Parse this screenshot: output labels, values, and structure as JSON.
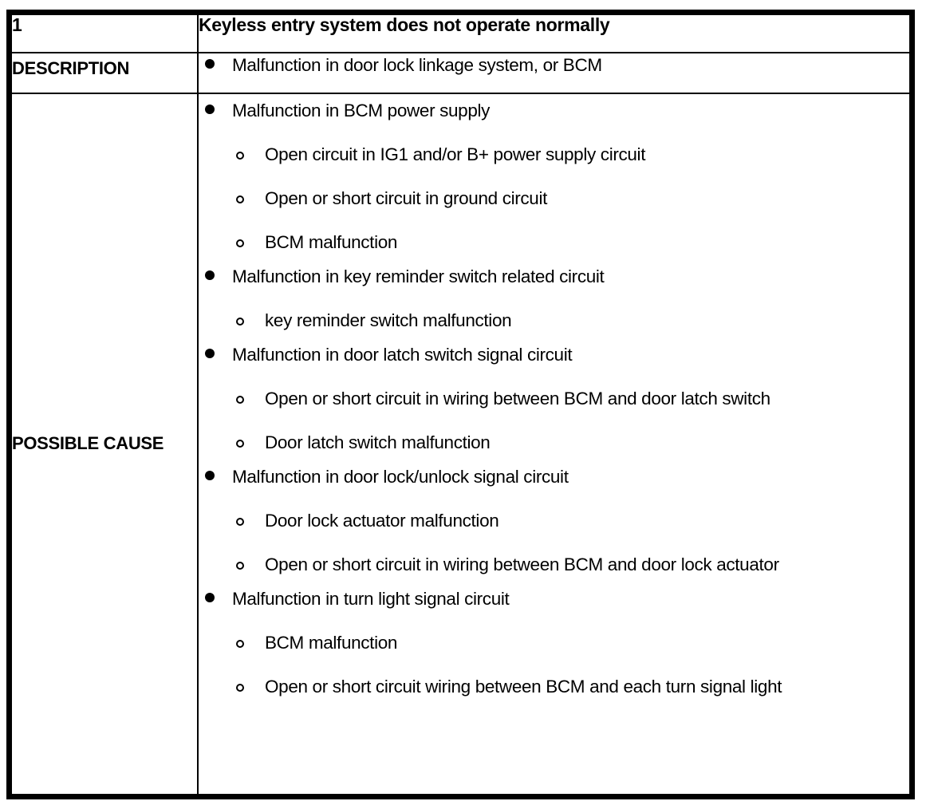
{
  "table": {
    "header": {
      "index": "1",
      "title": "Keyless entry system does not operate normally"
    },
    "rows": [
      {
        "label": "DESCRIPTION",
        "items": [
          {
            "level": 1,
            "text": "Malfunction in door lock linkage system, or BCM"
          }
        ]
      },
      {
        "label": "POSSIBLE CAUSE",
        "items": [
          {
            "level": 1,
            "text": "Malfunction in BCM power supply"
          },
          {
            "level": 2,
            "text": "Open circuit in IG1 and/or B+ power supply circuit"
          },
          {
            "level": 2,
            "text": "Open or short circuit in ground circuit"
          },
          {
            "level": 2,
            "text": "BCM malfunction"
          },
          {
            "level": 1,
            "text": "Malfunction in key reminder switch related circuit"
          },
          {
            "level": 2,
            "text": "key reminder switch malfunction"
          },
          {
            "level": 1,
            "text": "Malfunction in door latch switch signal circuit"
          },
          {
            "level": 2,
            "text": "Open or short circuit in wiring between BCM and door latch switch"
          },
          {
            "level": 2,
            "text": "Door latch switch malfunction"
          },
          {
            "level": 1,
            "text": "Malfunction in door lock/unlock signal circuit"
          },
          {
            "level": 2,
            "text": "Door lock actuator malfunction"
          },
          {
            "level": 2,
            "text": "Open or short circuit in wiring between BCM and door lock actuator"
          },
          {
            "level": 1,
            "text": "Malfunction in turn light signal circuit"
          },
          {
            "level": 2,
            "text": "BCM malfunction"
          },
          {
            "level": 2,
            "text": "Open or short circuit wiring between BCM and each turn signal light"
          }
        ]
      }
    ]
  }
}
